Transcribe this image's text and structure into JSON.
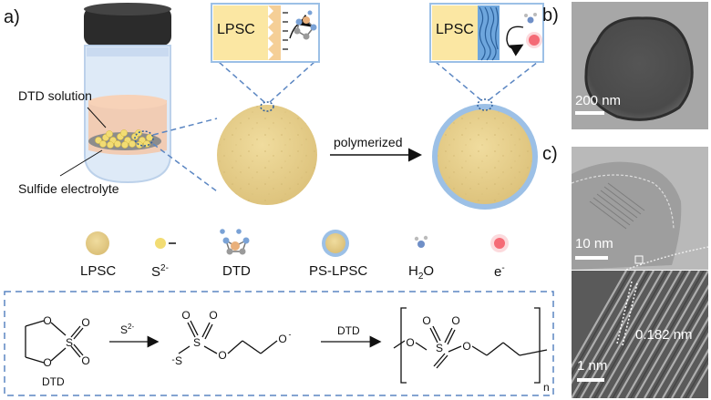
{
  "panel_a": {
    "label": "a)",
    "dtd_solution": "DTD solution",
    "sulfide_electrolyte": "Sulfide electrolyte",
    "polymerized": "polymerized",
    "inset_left_text": "LPSC",
    "inset_right_text": "LPSC"
  },
  "legend": {
    "items": [
      {
        "label": "LPSC"
      },
      {
        "label_main": "S",
        "label_sup": "2-"
      },
      {
        "label": "DTD"
      },
      {
        "label": "PS-LPSC"
      },
      {
        "label_main": "H",
        "label_sub": "2",
        "label_tail": "O"
      },
      {
        "label_main": "e",
        "label_sup": "-"
      }
    ]
  },
  "reaction": {
    "s2_label_main": "S",
    "s2_label_sup": "2-",
    "dtd_arrow_label": "DTD",
    "dtd_molecule_label": "DTD",
    "n_label": "n"
  },
  "panel_b": {
    "label": "b)",
    "scalebar": "200 nm"
  },
  "panel_c": {
    "label": "c)",
    "scalebar_top": "10 nm",
    "scalebar_bottom": "1 nm",
    "d_spacing": "0.182 nm"
  },
  "colors": {
    "lpsc_fill": "#e7cf8a",
    "shell_blue": "#9cc0e6",
    "dash_blue": "#5b86c2",
    "lid": "#2b2b2b"
  }
}
